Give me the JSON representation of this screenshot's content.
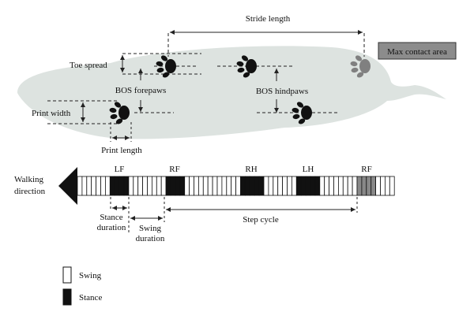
{
  "colors": {
    "body_silhouette": "#dde3e0",
    "paw": "#111111",
    "max_contact_paw": "#808080",
    "max_contact_box": "#8c8c8c",
    "stance_cell": "#111111",
    "swing_cell": "#ffffff",
    "contact_cell": "#888888",
    "line": "#222222"
  },
  "icons": {
    "paw": "paw-print-icon",
    "arrow": "walking-direction-arrow-icon"
  },
  "labels": {
    "stride_length": "Stride length",
    "max_contact_area": "Max contact area",
    "toe_spread": "Toe spread",
    "bos_forepaws": "BOS forepaws",
    "bos_hindpaws": "BOS hindpaws",
    "print_width": "Print width",
    "print_length": "Print length",
    "walking_direction": [
      "Walking",
      "direction"
    ],
    "stance_duration": [
      "Stance",
      "duration"
    ],
    "swing_duration": [
      "Swing",
      "duration"
    ],
    "step_cycle": "Step cycle"
  },
  "gait_bar": {
    "markers": [
      "LF",
      "RF",
      "RH",
      "LH",
      "RF"
    ]
  },
  "legend": {
    "swing": "Swing",
    "stance": "Stance"
  }
}
